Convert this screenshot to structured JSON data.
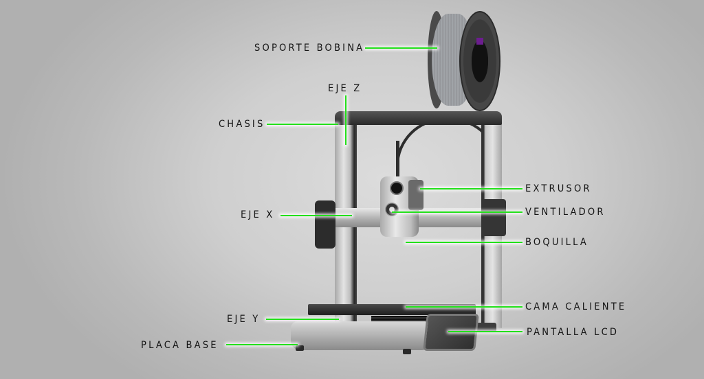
{
  "diagram": {
    "subject": "3D printer",
    "accent_color": "#22e01a",
    "text_color": "#141414",
    "callouts": [
      {
        "id": "spool-holder",
        "label": "SOPORTE BOBINA"
      },
      {
        "id": "z-axis",
        "label": "EJE Z"
      },
      {
        "id": "chassis",
        "label": "CHASIS"
      },
      {
        "id": "extruder",
        "label": "EXTRUSOR"
      },
      {
        "id": "fan",
        "label": "VENTILADOR"
      },
      {
        "id": "x-axis",
        "label": "EJE X"
      },
      {
        "id": "nozzle",
        "label": "BOQUILLA"
      },
      {
        "id": "heated-bed",
        "label": "CAMA CALIENTE"
      },
      {
        "id": "y-axis",
        "label": "EJE Y"
      },
      {
        "id": "lcd-screen",
        "label": "PANTALLA LCD"
      },
      {
        "id": "base-plate",
        "label": "PLACA BASE"
      }
    ]
  }
}
